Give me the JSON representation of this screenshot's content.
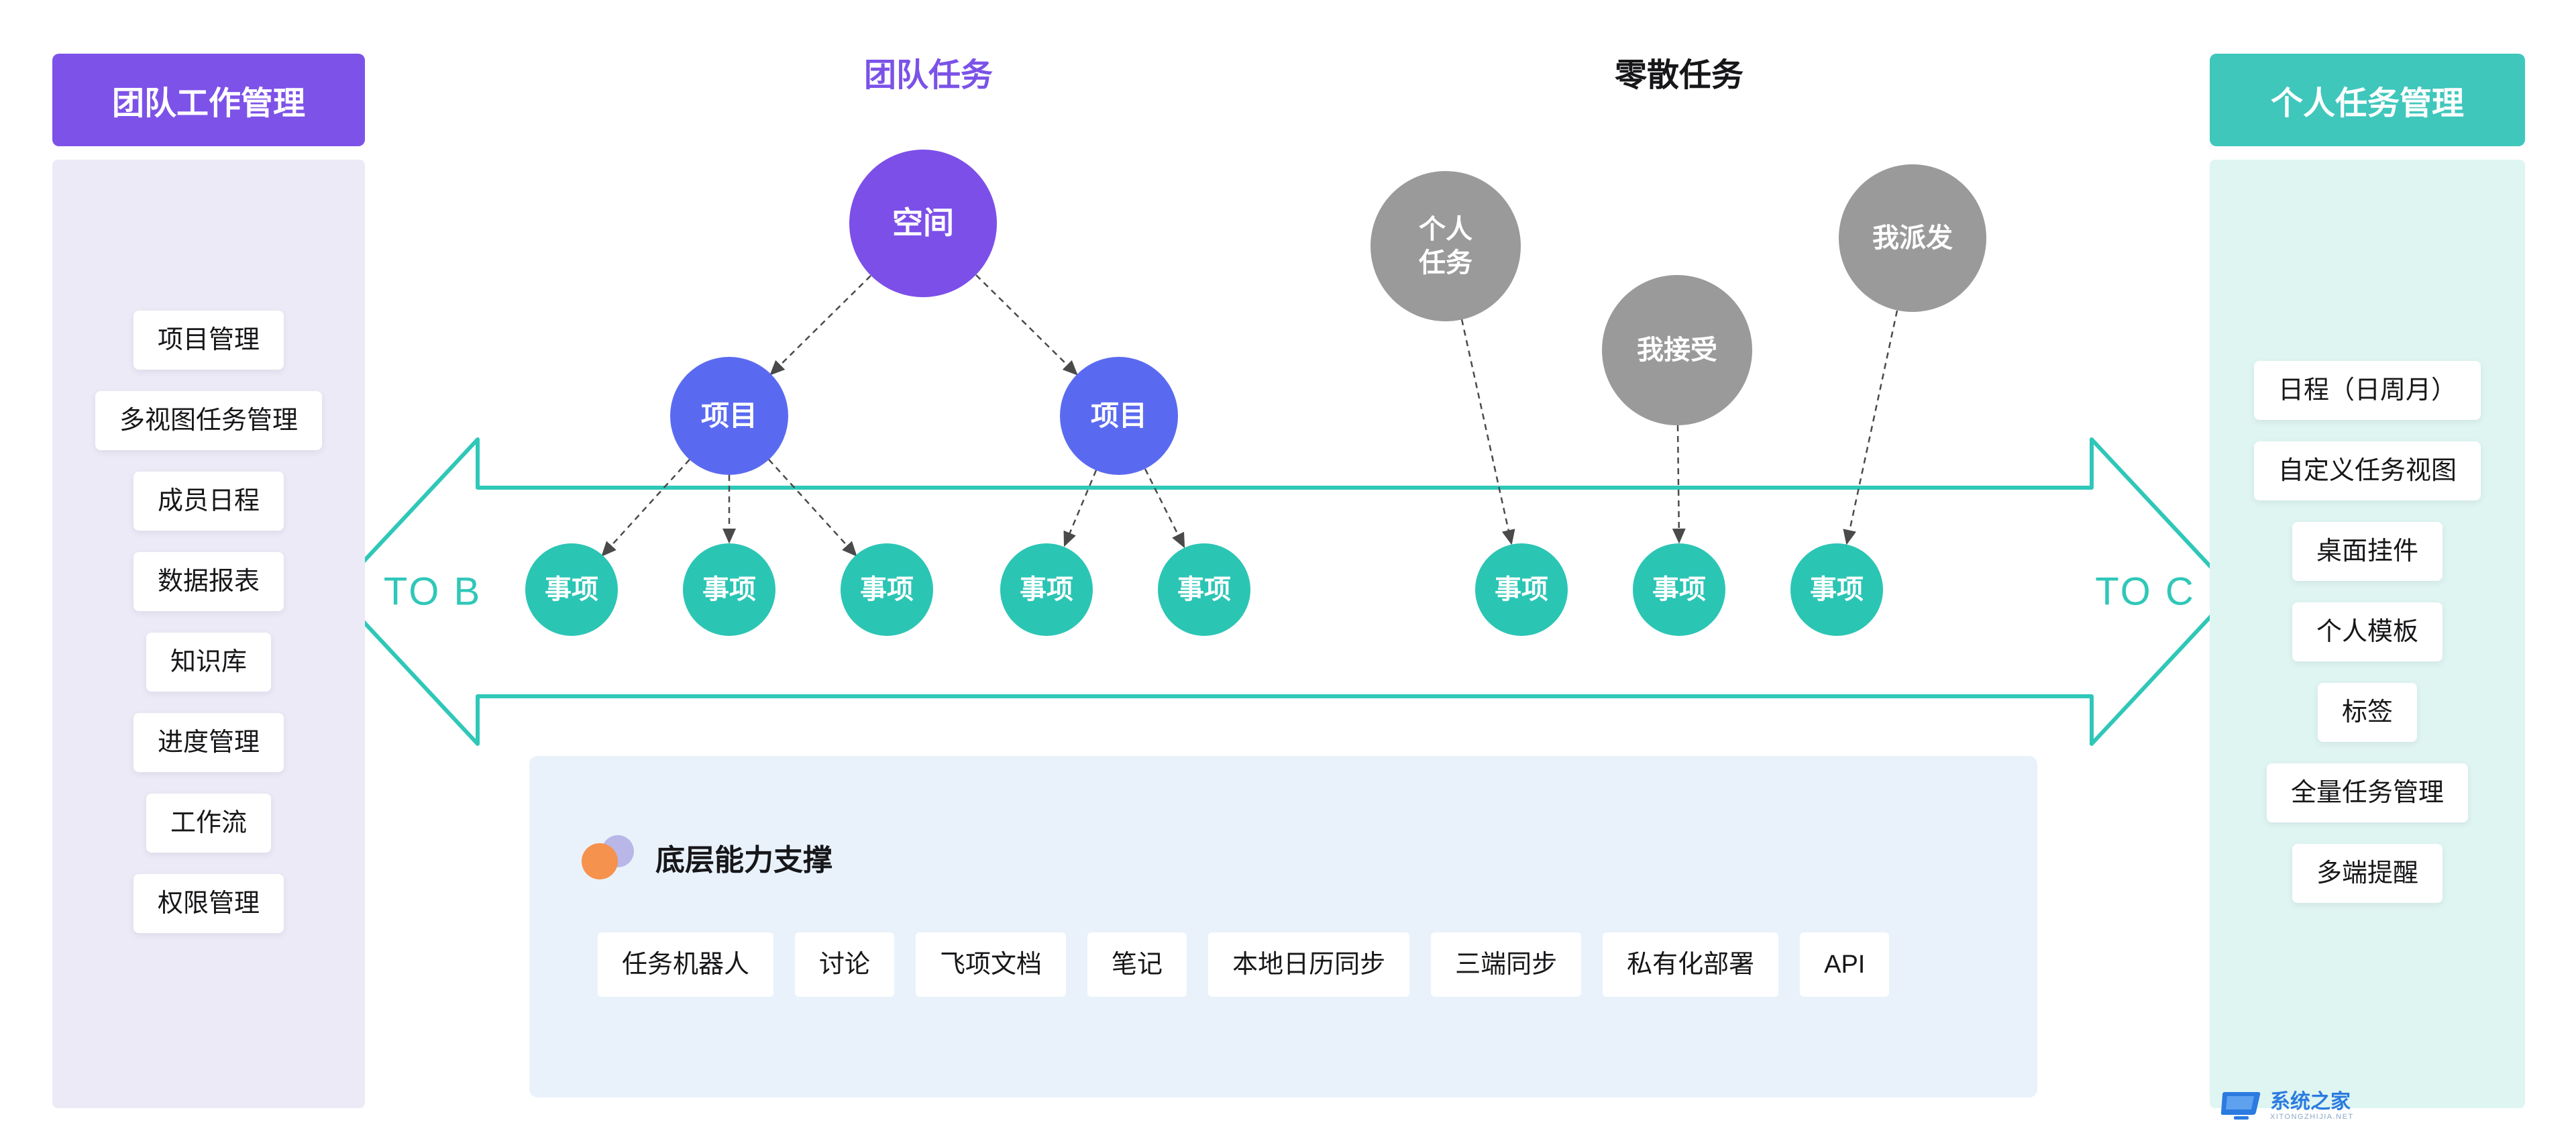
{
  "left_panel": {
    "header": "团队工作管理",
    "items": [
      "项目管理",
      "多视图任务管理",
      "成员日程",
      "数据报表",
      "知识库",
      "进度管理",
      "工作流",
      "权限管理"
    ]
  },
  "right_panel": {
    "header": "个人任务管理",
    "items": [
      "日程（日周月）",
      "自定义任务视图",
      "桌面挂件",
      "个人模板",
      "标签",
      "全量任务管理",
      "多端提醒"
    ]
  },
  "diagram": {
    "team_label": "团队任务",
    "scatter_label": "零散任务",
    "space_node": "空间",
    "project_nodes": [
      "项目",
      "项目"
    ],
    "team_task_nodes": [
      "事项",
      "事项",
      "事项",
      "事项",
      "事项"
    ],
    "personal_source_nodes": [
      "个人任务",
      "我接受",
      "我派发"
    ],
    "personal_task_nodes": [
      "事项",
      "事项",
      "事项"
    ],
    "arrow_left_label": "TO B",
    "arrow_right_label": "TO C"
  },
  "bottom_panel": {
    "title": "底层能力支撑",
    "items": [
      "任务机器人",
      "讨论",
      "飞项文档",
      "笔记",
      "本地日历同步",
      "三端同步",
      "私有化部署",
      "API"
    ]
  },
  "watermark": {
    "title": "系统之家",
    "subtitle": "XITONGZHIJIA.NET"
  },
  "colors": {
    "purple_header": "#7d52e8",
    "lavender_panel": "#eceaf6",
    "teal_header": "#3fc7bc",
    "mint_panel": "#dff5f1",
    "space_circle": "#7c4fe8",
    "project_circle": "#5a6af0",
    "task_circle": "#2bc5b4",
    "gray_circle": "#9a9a9a",
    "arrow_outline": "#2fc7b8",
    "bottom_panel_bg": "#e9f2fb",
    "team_label_color": "#7b52e8"
  }
}
